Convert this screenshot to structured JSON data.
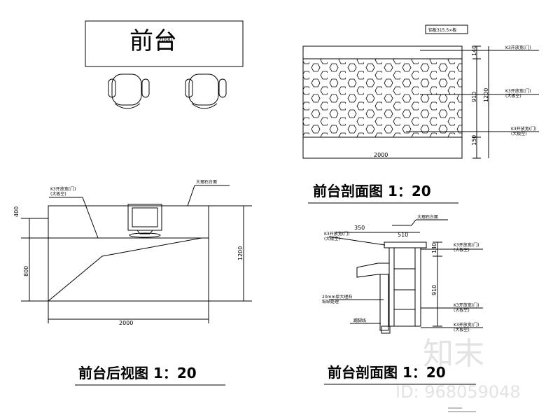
{
  "plan_view": {
    "desk_text": "前台",
    "dim_width": "2000"
  },
  "section_top": {
    "tag": "铝板315.5×板",
    "dim_width": "2000",
    "dim_height": "1200",
    "dim_rows": [
      "140",
      "910",
      "150"
    ],
    "callouts": [
      "K3开放宽(门)",
      "K3开放宽(门)\n(大板空)",
      "K3开放宽(门)\n(大板空)"
    ],
    "title": "前台剖面图  1：20"
  },
  "rear_view": {
    "dim_top": "400",
    "dim_left": "800",
    "dim_right": "1200",
    "dim_width": "2000",
    "callout_left": "K3开放宽(门)\n(大板空)",
    "callout_top": "大理石台面",
    "title": "前台后视图  1：20"
  },
  "section_side": {
    "dim_350": "350",
    "dim_510": "510",
    "dim_140": "140",
    "dim_910": "910",
    "callouts_left": [
      "K3开放宽(门)\n(大板空)",
      "20mm厚大理石\n粘贴处理",
      "踢脚线"
    ],
    "callouts_right": [
      "K3开放宽(门)\n(大板空)",
      "K3开放宽(门)\n(大板空)",
      "K3开放宽(门)\n(大板空)"
    ],
    "callout_top": "大理石台面",
    "title": "前台剖面图  1：20"
  },
  "watermark": {
    "brand": "知末",
    "id": "ID: 968059048"
  }
}
